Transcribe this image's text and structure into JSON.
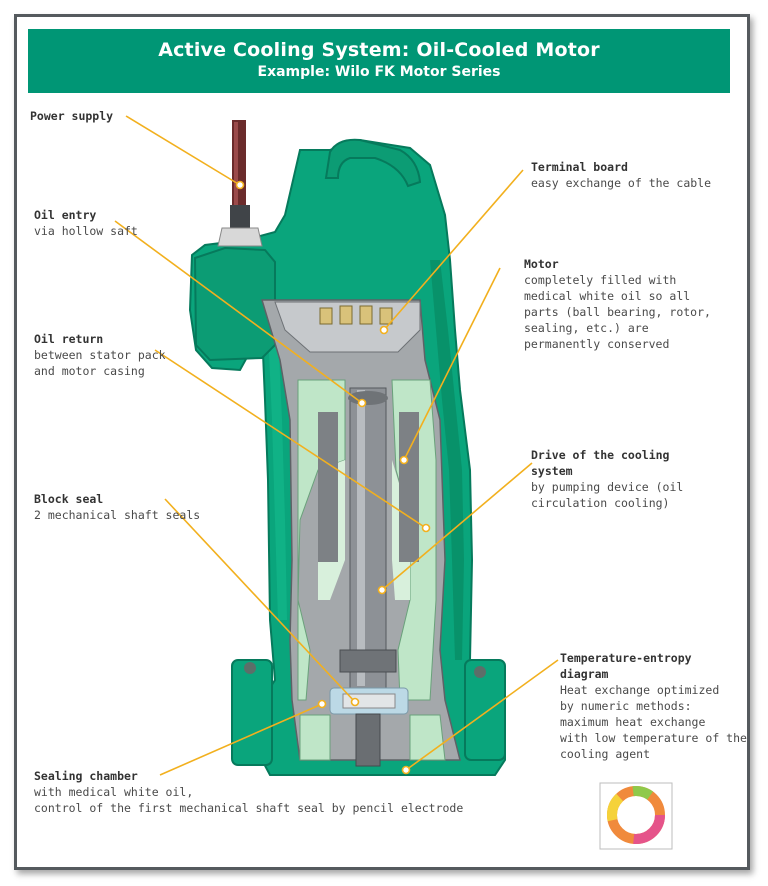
{
  "title": "Active Cooling System: Oil-Cooled Motor",
  "subtitle": "Example: Wilo FK Motor Series",
  "colors": {
    "banner": "#009675",
    "casing": "#0aa57c",
    "casing_dark": "#067a5c",
    "cutaway_grey": "#8c8f93",
    "oil_light": "#bfe6c8",
    "leader": "#f2b01e"
  },
  "callouts": {
    "power_supply": {
      "heading": "Power supply",
      "body": ""
    },
    "oil_entry": {
      "heading": "Oil entry",
      "body": "via hollow saft"
    },
    "oil_return": {
      "heading": "Oil return",
      "body": "between stator pack\nand motor casing"
    },
    "block_seal": {
      "heading": "Block seal",
      "body": "2 mechanical shaft seals"
    },
    "sealing_chamber": {
      "heading": "Sealing chamber",
      "body": "with medical white oil,\ncontrol of the first mechanical shaft seal by pencil electrode"
    },
    "terminal_board": {
      "heading": "Terminal board",
      "body": "easy exchange of the cable"
    },
    "motor": {
      "heading": "Motor",
      "body": "completely filled with\nmedical white oil so all\nparts (ball bearing, rotor,\nsealing, etc.) are\npermanently conserved"
    },
    "drive_cooling": {
      "heading": "Drive of the cooling\nsystem",
      "body": "by pumping device (oil\ncirculation cooling)"
    },
    "temp_entropy": {
      "heading": "Temperature-entropy\ndiagram",
      "body": "Heat exchange optimized\nby numeric methods:\nmaximum heat exchange\nwith low temperature of the\ncooling agent"
    }
  },
  "icons": {
    "motor": "motor-cutaway-illustration",
    "diagram": "temperature-entropy-ring-chart"
  }
}
